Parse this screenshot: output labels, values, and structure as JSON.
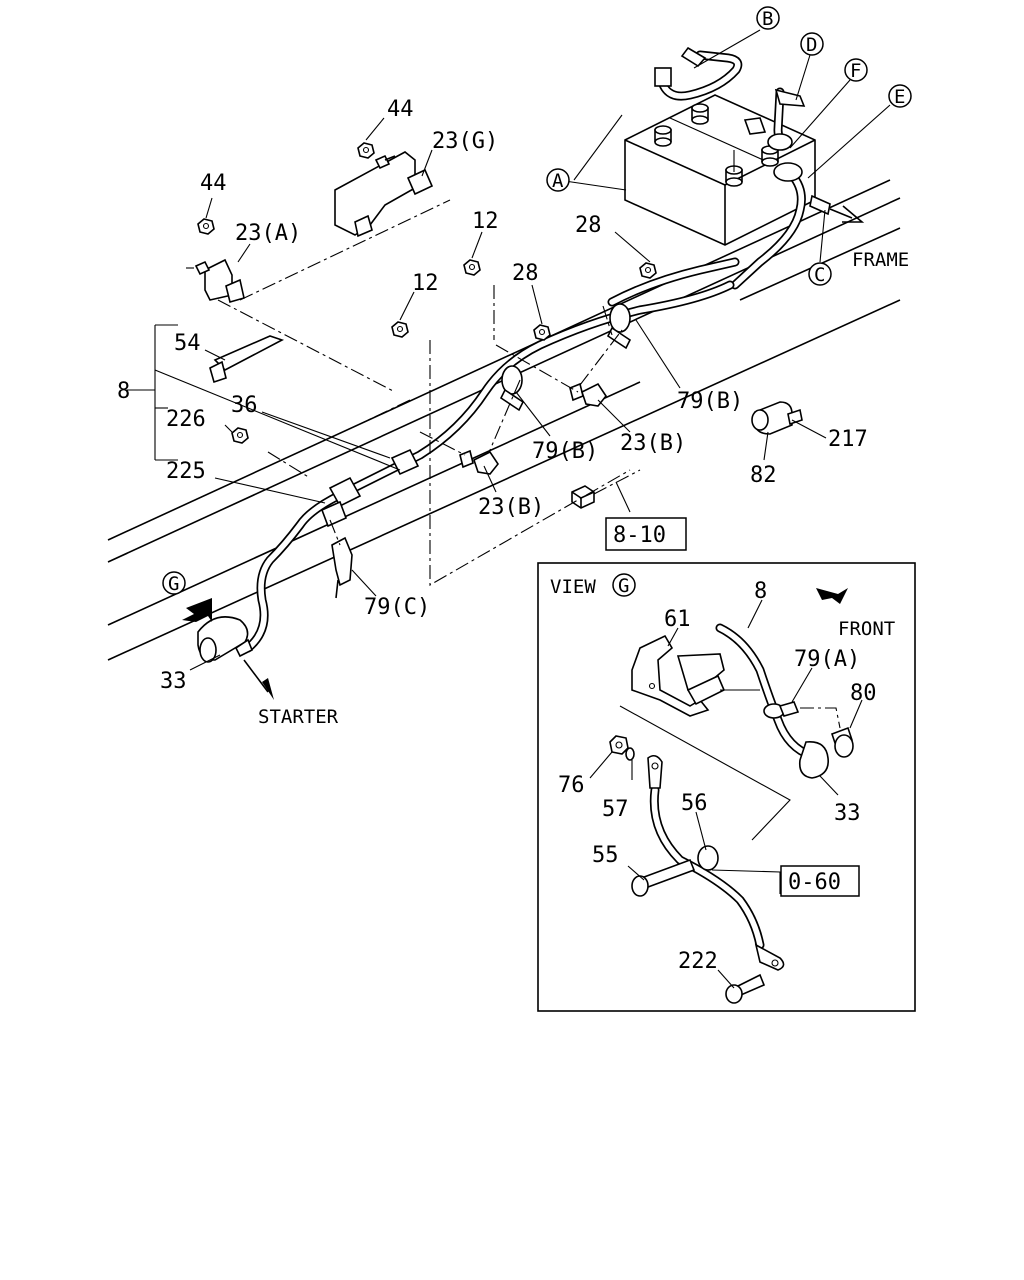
{
  "labels": {
    "l_44a": "44",
    "l_23g": "23(G)",
    "l_44b": "44",
    "l_23a": "23(A)",
    "l_12a": "12",
    "l_28a": "28",
    "l_12b": "12",
    "l_28b": "28",
    "l_54": "54",
    "l_8": "8",
    "l_36": "36",
    "l_226": "226",
    "l_225": "225",
    "l_79b1": "79(B)",
    "l_79b2": "79(B)",
    "l_23b1": "23(B)",
    "l_23b2": "23(B)",
    "l_217": "217",
    "l_82": "82",
    "l_79c": "79(C)",
    "l_33": "33",
    "l_frame": "FRAME",
    "l_starter": "STARTER",
    "l_ref810": "8-10"
  },
  "callouts": {
    "A": "A",
    "B": "B",
    "C": "C",
    "D": "D",
    "E": "E",
    "F": "F",
    "G": "G"
  },
  "inset": {
    "view_word": "VIEW",
    "view_letter": "G",
    "front": "FRONT",
    "l_8": "8",
    "l_61": "61",
    "l_79a": "79(A)",
    "l_80": "80",
    "l_76": "76",
    "l_57": "57",
    "l_56": "56",
    "l_55": "55",
    "l_33": "33",
    "l_222": "222",
    "l_ref060": "0-60"
  }
}
